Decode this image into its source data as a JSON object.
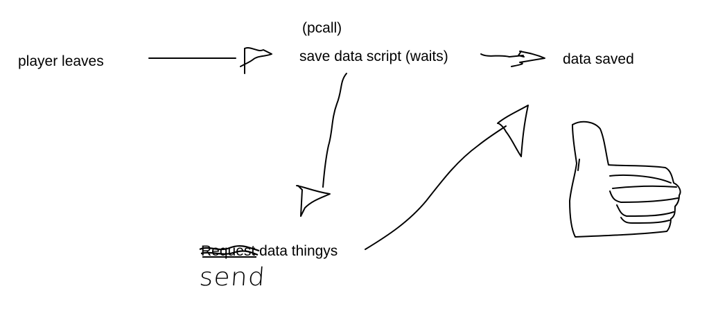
{
  "nodes": {
    "player_leaves": "player leaves",
    "pcall": "(pcall)",
    "save_script": "save data script (waits)",
    "data_saved": "data saved",
    "crossed_word": "Request",
    "data_thingys": "data thingys",
    "send_handwritten": "send"
  },
  "icons": {
    "thumbs_up": "thumbs-up-icon",
    "arrowhead": "hand-drawn-arrowhead"
  },
  "colors": {
    "ink": "#000000",
    "background": "#ffffff"
  }
}
